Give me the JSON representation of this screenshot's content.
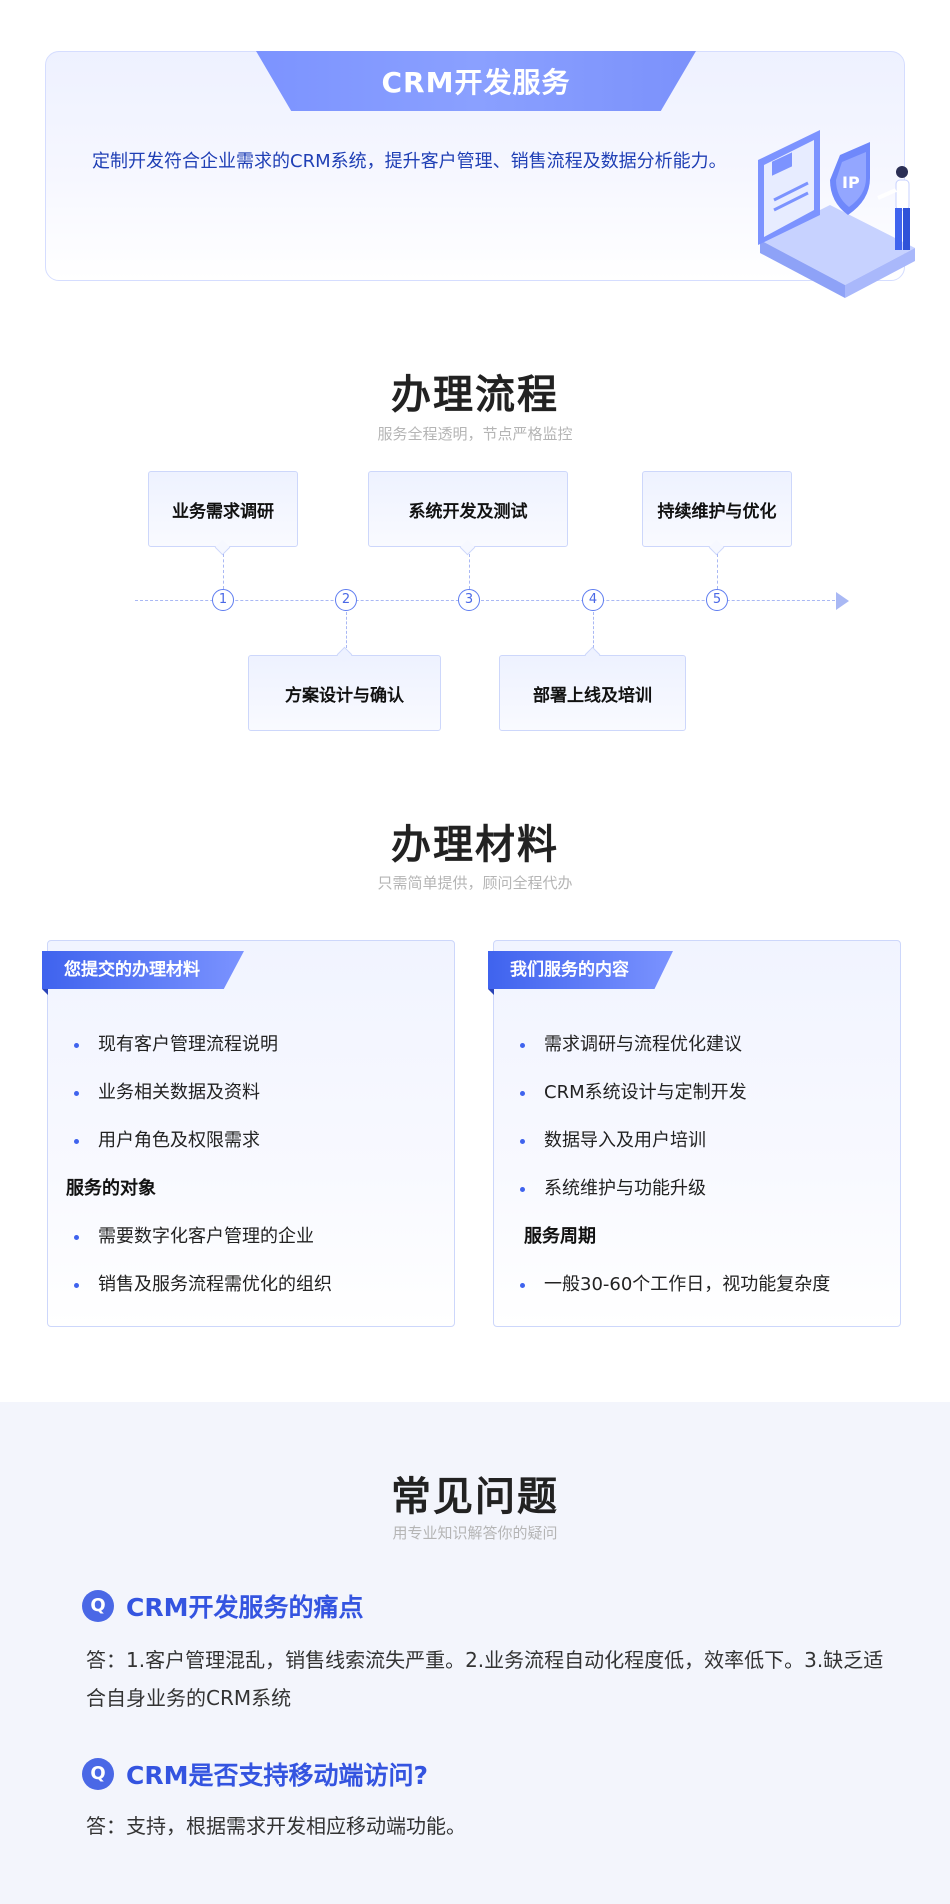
{
  "hero": {
    "title": "CRM开发服务",
    "description": "定制开发符合企业需求的CRM系统，提升客户管理、销售流程及数据分析能力。",
    "illustration_label": "IP"
  },
  "process": {
    "title": "办理流程",
    "subtitle": "服务全程透明，节点严格监控",
    "steps": [
      {
        "num": "1",
        "label": "业务需求调研"
      },
      {
        "num": "2",
        "label": "方案设计与确认"
      },
      {
        "num": "3",
        "label": "系统开发及测试"
      },
      {
        "num": "4",
        "label": "部署上线及培训"
      },
      {
        "num": "5",
        "label": "持续维护与优化"
      }
    ]
  },
  "materials": {
    "title": "办理材料",
    "subtitle": "只需简单提供，顾问全程代办",
    "left_card": {
      "tag": "您提交的办理材料",
      "items": [
        "现有客户管理流程说明",
        "业务相关数据及资料",
        "用户角色及权限需求"
      ],
      "sub_heading": "服务的对象",
      "sub_items": [
        "需要数字化客户管理的企业",
        "销售及服务流程需优化的组织"
      ]
    },
    "right_card": {
      "tag": "我们服务的内容",
      "items": [
        "需求调研与流程优化建议",
        "CRM系统设计与定制开发",
        "数据导入及用户培训",
        "系统维护与功能升级"
      ],
      "sub_heading": "服务周期",
      "sub_items": [
        "一般30-60个工作日，视功能复杂度"
      ]
    }
  },
  "faq": {
    "title": "常见问题",
    "subtitle": "用专业知识解答你的疑问",
    "q_icon": "Q",
    "items": [
      {
        "question": "CRM开发服务的痛点",
        "answer": "答：1.客户管理混乱，销售线索流失严重。2.业务流程自动化程度低，效率低下。3.缺乏适合自身业务的CRM系统"
      },
      {
        "question": "CRM是否支持移动端访问?",
        "answer": "答：支持，根据需求开发相应移动端功能。"
      }
    ]
  },
  "colors": {
    "brand": "#4a68e6",
    "brand_light": "#8aa0ff",
    "hero_text": "#1f3fb5"
  }
}
